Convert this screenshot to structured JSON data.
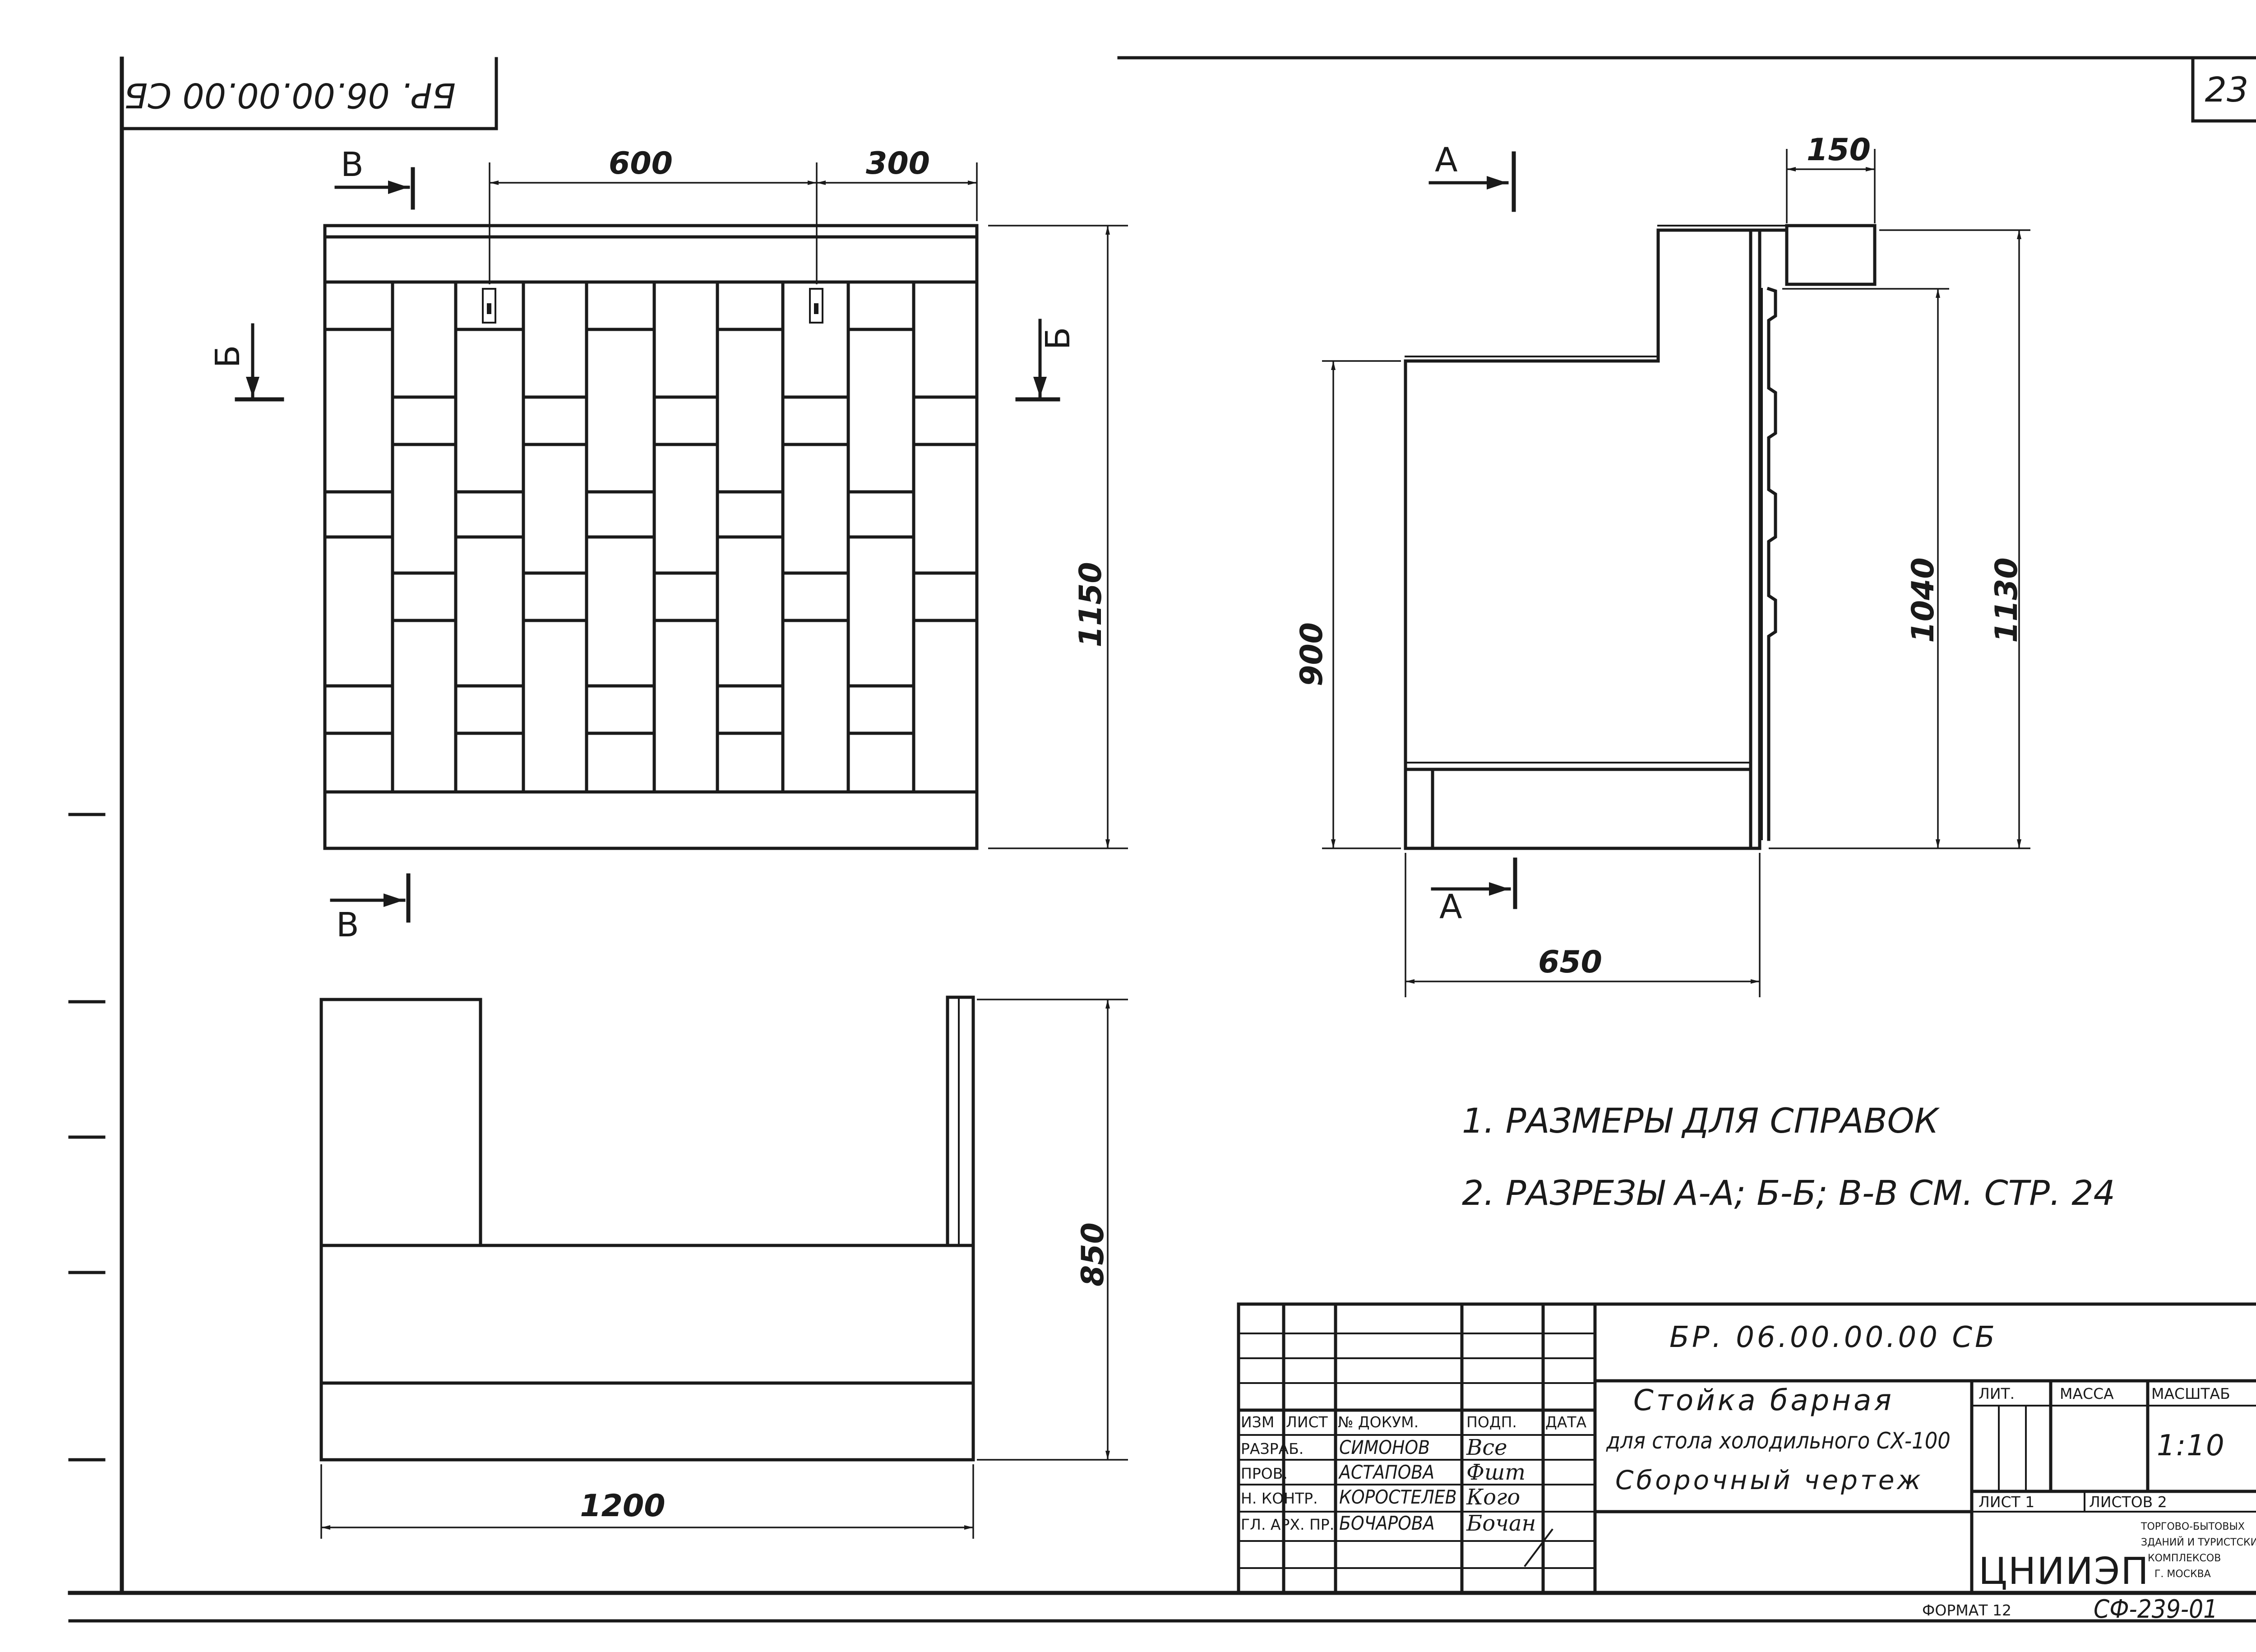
{
  "stamp_code": "БР. 06.00.00.00 СБ",
  "page_number": "23",
  "front_view": {
    "dim_top_left": "600",
    "dim_top_right": "300",
    "dim_height": "1150",
    "section_v": "В",
    "section_b": "Б"
  },
  "side_view": {
    "dim_top": "150",
    "dim_left": "900",
    "dim_inner": "1040",
    "dim_outer": "1130",
    "dim_width": "650",
    "section_a": "А"
  },
  "plan_view": {
    "dim_height": "850",
    "dim_width": "1200"
  },
  "notes": [
    "1. РАЗМЕРЫ ДЛЯ СПРАВОК",
    "2. РАЗРЕЗЫ А-А; Б-Б; В-В СМ. СТР. 24"
  ],
  "title_block": {
    "designation": "БР. 06.00.00.00 СБ",
    "title_line1": "Стойка барная",
    "title_line2": "для стола холодильного СХ-100",
    "title_line3": "Сборочный чертеж",
    "col_izm": "ИЗМ",
    "col_list": "ЛИСТ",
    "col_doc": "№ ДОКУМ.",
    "col_sign": "ПОДП.",
    "col_date": "ДАТА",
    "roles": [
      "РАЗРАБ.",
      "ПРОВ.",
      "Н. КОНТР.",
      "ГЛ. АРХ. ПР."
    ],
    "names": [
      "СИМОНОВ",
      "АСТАПОВА",
      "КОРОСТЕЛЕВ",
      "БОЧАРОВА"
    ],
    "signatures": [
      "Все",
      "Фшт",
      "Кого",
      "Бочан"
    ],
    "lit_label": "ЛИТ.",
    "mass_label": "МАССА",
    "scale_label": "МАСШТАБ",
    "scale_value": "1:10",
    "sheet_label": "ЛИСТ 1",
    "sheets_label": "ЛИСТОВ 2",
    "org_logo": "ЦНИИЭП",
    "org_lines": [
      "ТОРГОВО-БЫТОВЫХ",
      "ЗДАНИЙ И ТУРИСТСКИХ",
      "КОМПЛЕКСОВ",
      "Г. МОСКВА"
    ]
  },
  "format_label": "ФОРМАТ 12",
  "sheet_code": "СФ-239-01"
}
